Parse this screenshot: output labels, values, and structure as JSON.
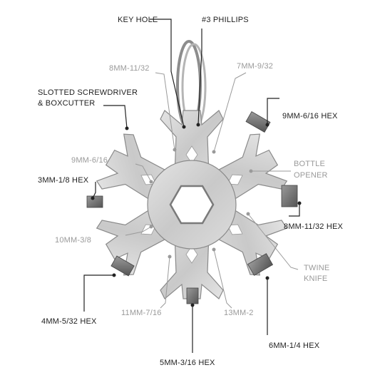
{
  "labels": {
    "key_hole": "KEY HOLE",
    "phillips": "#3 PHILLIPS",
    "slotted_1": "SLOTTED SCREWDRIVER",
    "slotted_2": "& BOXCUTTER",
    "mm8_11_32_top": "8MM-11/32",
    "mm7_9_32": "7MM-9/32",
    "mm9_6_16_hex": "9MM-6/16 HEX",
    "mm9_6_16": "9MM-6/16",
    "bottle_1": "BOTTLE",
    "bottle_2": "OPENER",
    "mm3_1_8_hex": "3MM-1/8 HEX",
    "mm8_11_32_hex": "8MM-11/32 HEX",
    "mm10_3_8": "10MM-3/8",
    "twine_1": "TWINE",
    "twine_2": "KNIFE",
    "mm4_5_32_hex": "4MM-5/32 HEX",
    "mm11_7_16": "11MM-7/16",
    "mm13_2": "13MM-2",
    "mm6_1_4_hex": "6MM-1/4 HEX",
    "mm5_3_16_hex": "5MM-3/16 HEX"
  },
  "colors": {
    "metal": "#cfcfcf",
    "metal_edge": "#8a8a8a",
    "hex_bits": "#7a7a7a",
    "label_dark": "#1e1e1e",
    "label_grey": "#9a9a9a"
  }
}
